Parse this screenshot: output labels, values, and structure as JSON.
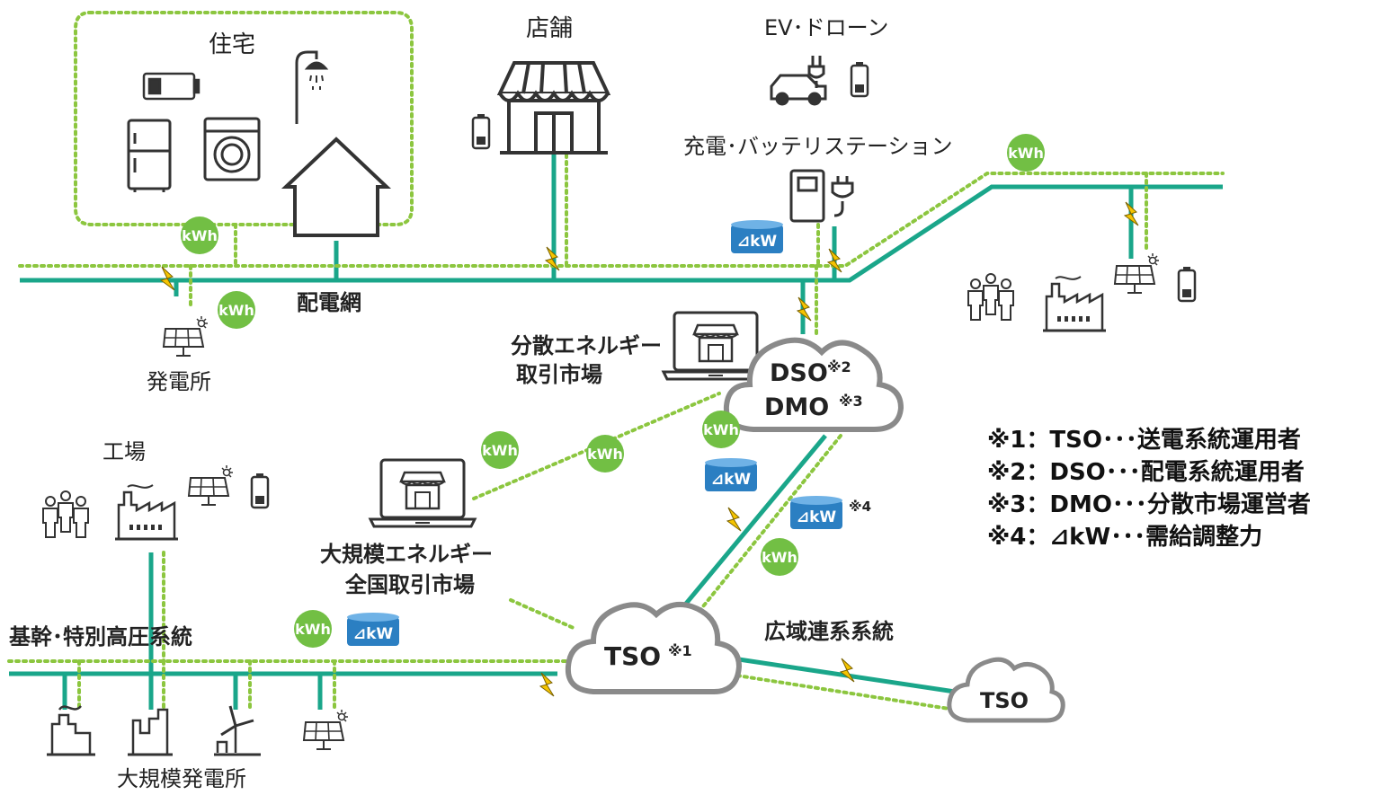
{
  "labels": {
    "house": "住宅",
    "shop": "店舗",
    "ev_drone": "EV･ドローン",
    "charging_station": "充電･バッテリステーション",
    "distribution_grid": "配電網",
    "power_plant": "発電所",
    "der_market_line1": "分散エネルギー",
    "der_market_line2": "取引市場",
    "factory": "工場",
    "large_market_line1": "大規模エネルギー",
    "large_market_line2": "全国取引市場",
    "trunk_grid": "基幹･特別高圧系統",
    "wide_area_grid": "広域連系系統",
    "large_power_plant": "大規模発電所",
    "footnote_mark_4": "※4"
  },
  "clouds": {
    "dso_line1": "DSO",
    "dso_mark": "※2",
    "dmo_line2": "DMO",
    "dmo_mark": "※3",
    "tso_main": "TSO",
    "tso_mark": "※1",
    "tso_secondary": "TSO"
  },
  "badges": {
    "kwh": "kWh",
    "delta_kw": "⊿kW"
  },
  "notes": [
    "※1：TSO･･･送電系統運用者",
    "※2：DSO･･･配電系統運用者",
    "※3：DMO･･･分散市場運営者",
    "※4：⊿kW･･･需給調整力"
  ],
  "colors": {
    "grid_line": "#1aa68a",
    "data_dots": "#8cc63f",
    "kwh_badge": "#72bf44",
    "delta_kw_badge": "#2b7fc2",
    "lightning": "#f5c400",
    "cloud_outline": "#8a8a8a",
    "icon_stroke": "#333333"
  },
  "icons": [
    "house-icon",
    "battery-icon",
    "fridge-icon",
    "washer-icon",
    "shower-icon",
    "shop-icon",
    "ev-car-icon",
    "charger-icon",
    "solar-panel-icon",
    "factory-icon",
    "people-icon",
    "laptop-market-icon",
    "cloud-icon",
    "lightning-icon",
    "wind-turbine-icon",
    "thermal-plant-icon"
  ]
}
